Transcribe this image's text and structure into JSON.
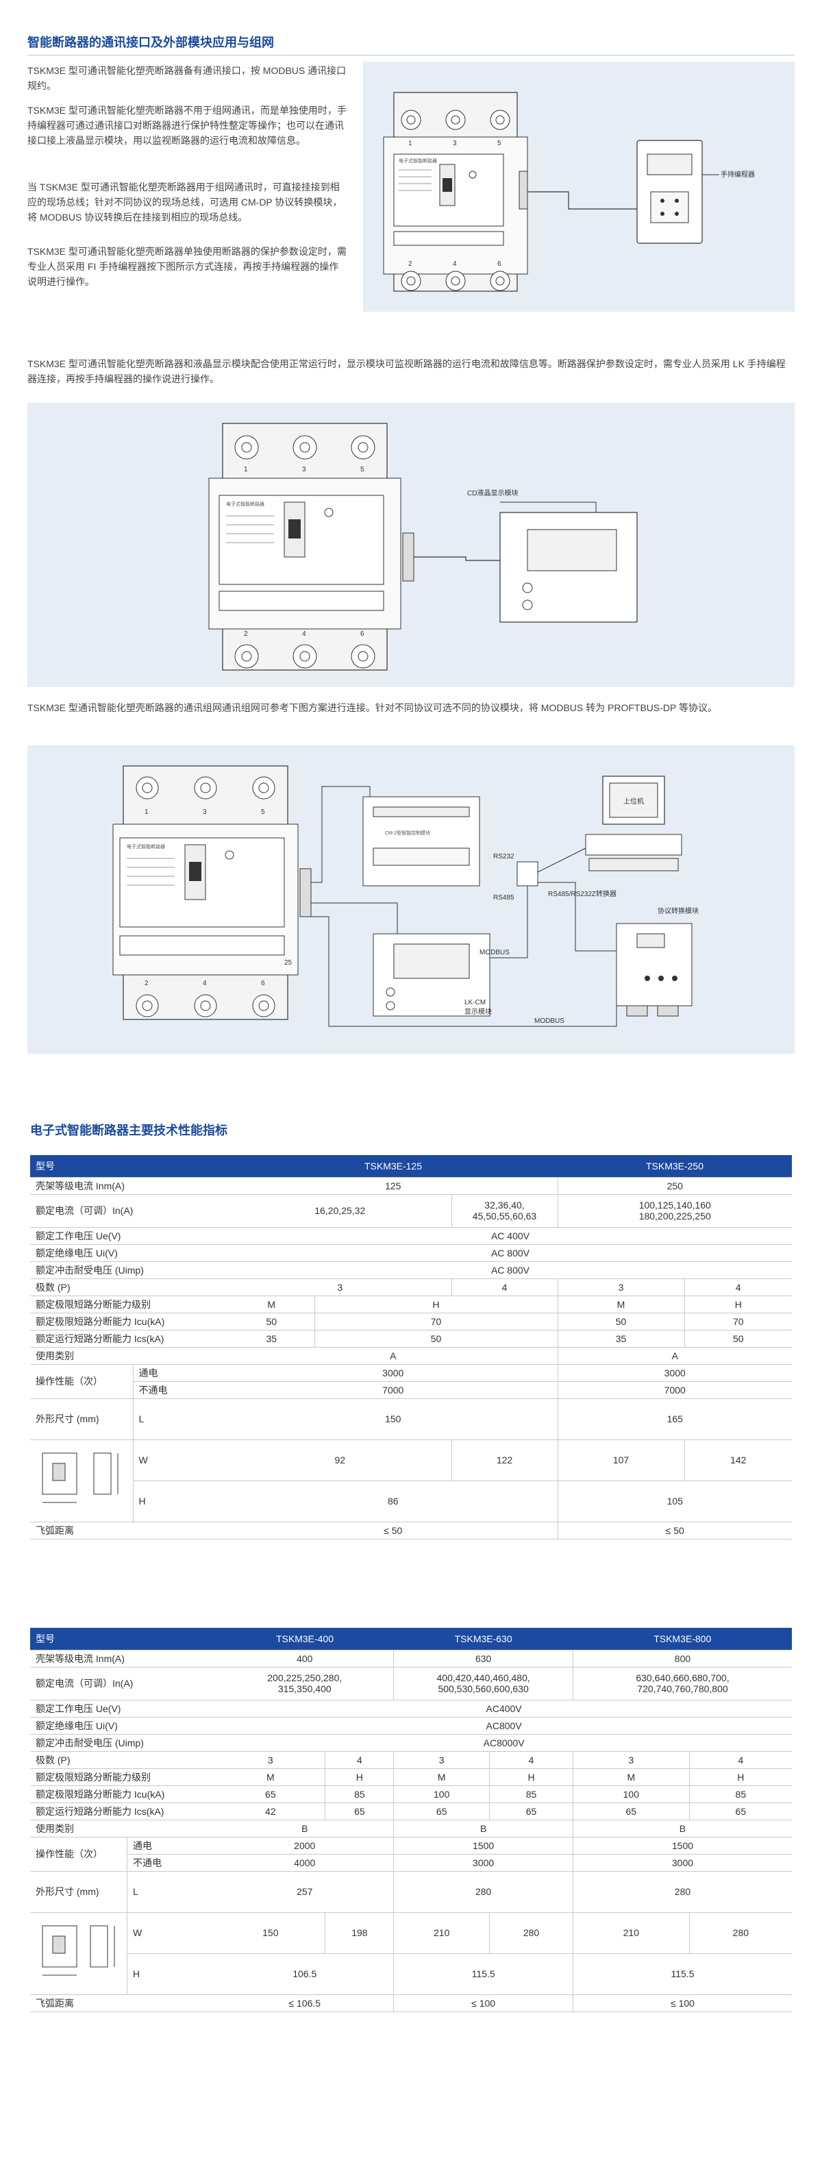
{
  "section1": {
    "title": "智能断路器的通讯接口及外部模块应用与组网",
    "paragraphs": [
      "TSKM3E 型可通讯智能化塑壳断路器备有通讯接口，按 MODBUS 通讯接口规约。",
      "TSKM3E 型可通讯智能化塑壳断路器不用于组网通讯，而是单独使用时，手持编程器可通过通讯接口对断路器进行保护特性整定等操作；也可以在通讯接口接上液晶显示模块，用以监视断路器的运行电流和故障信息。",
      "当 TSKM3E 型可通讯智能化塑壳断路器用于组网通讯时，可直接挂接到相应的现场总线；针对不同协议的现场总线，可选用 CM-DP 协议转换模块，将 MODBUS 协议转换后在挂接到相应的现场总线。",
      "TSKM3E 型可通讯智能化塑壳断路器单独使用断路器的保护参数设定时，需专业人员采用 FI 手持编程器按下图所示方式连接，再按手持编程器的操作说明进行操作。"
    ],
    "para2": "TSKM3E 型可通讯智能化塑壳断路器和液晶显示模块配合使用正常运行时，显示模块可监视断路器的运行电流和故障信息等。断路器保护参数设定时，需专业人员采用 LK 手持编程器连接，再按手持编程器的操作说进行操作。",
    "para3": "TSKM3E 型通讯智能化塑壳断路器的通讯组网通讯组网可参考下图方案进行连接。针对不同协议可选不同的协议模块，将 MODBUS 转为 PROFTBUS-DP 等协议。"
  },
  "diagram_labels": {
    "terminals_top": [
      "1",
      "3",
      "5"
    ],
    "terminals_bottom": [
      "2",
      "4",
      "6"
    ],
    "handheld": "手持编程器",
    "lcd_module": "CD液晶显示模块",
    "cm2": "CM-2型智能控制模块",
    "host": "上位机",
    "rs232": "RS232",
    "rs485": "RS485",
    "converter": "RS485/RS232Z转换器",
    "protocol_module": "协议转换模块",
    "modbus": "MODBUS",
    "lkcm": "LK-CM",
    "lkcm_sub": "显示模块",
    "side_num": "25",
    "breaker_name": "电子式智能断路器"
  },
  "section2": {
    "title": "电子式智能断路器主要技术性能指标"
  },
  "table1": {
    "h_model": "型号",
    "m1": "TSKM3E-125",
    "m2": "TSKM3E-250",
    "rows": {
      "inm": "壳架等级电流 Inm(A)",
      "inm1": "125",
      "inm2": "250",
      "in": "额定电流（可调）In(A)",
      "in1a": "16,20,25,32",
      "in1b": "32,36,40,",
      "in1c": "45,50,55,60,63",
      "in2a": "100,125,140,160",
      "in2b": "180,200,225,250",
      "ue": "额定工作电压 Ue(V)",
      "ue_v": "AC 400V",
      "ui": "额定绝缘电压 Ui(V)",
      "ui_v": "AC 800V",
      "uimp": "额定冲击耐受电压 (Uimp)",
      "uimp_v": "AC 800V",
      "poles": "极数 (P)",
      "p3": "3",
      "p4": "4",
      "level": "额定极限短路分断能力级别",
      "M": "M",
      "H": "H",
      "icu": "额定极限短路分断能力 Icu(kA)",
      "icu50": "50",
      "icu70": "70",
      "ics": "额定运行短路分断能力 Ics(kA)",
      "ics35": "35",
      "ics50": "50",
      "cat": "使用类别",
      "catA": "A",
      "ops": "操作性能（次）",
      "on": "通电",
      "off": "不通电",
      "on1": "3000",
      "off1": "7000",
      "dim": "外形尺寸 (mm)",
      "L": "L",
      "W": "W",
      "Hh": "H",
      "L1": "150",
      "L2": "165",
      "W1a": "92",
      "W1b": "122",
      "W2a": "107",
      "W2b": "142",
      "H1": "86",
      "H2": "105",
      "arc": "飞弧距离",
      "arc1": "≤ 50",
      "arc2": "≤ 50"
    }
  },
  "table2": {
    "h_model": "型号",
    "m1": "TSKM3E-400",
    "m2": "TSKM3E-630",
    "m3": "TSKM3E-800",
    "rows": {
      "inm": "壳架等级电流 Inm(A)",
      "inm1": "400",
      "inm2": "630",
      "inm3": "800",
      "in": "额定电流（可调）In(A)",
      "in1a": "200,225,250,280,",
      "in1b": "315,350,400",
      "in2a": "400,420,440,460,480,",
      "in2b": "500,530,560,600,630",
      "in3a": "630,640,660,680,700,",
      "in3b": "720,740,760,780,800",
      "ue": "额定工作电压 Ue(V)",
      "ue_v": "AC400V",
      "ui": "额定绝缘电压 Ui(V)",
      "ui_v": "AC800V",
      "uimp": "额定冲击耐受电压 (Uimp)",
      "uimp_v": "AC8000V",
      "poles": "极数 (P)",
      "p3": "3",
      "p4": "4",
      "level": "额定极限短路分断能力级别",
      "M": "M",
      "H": "H",
      "icu": "额定极限短路分断能力 Icu(kA)",
      "icu65": "65",
      "icu85": "85",
      "icu100": "100",
      "ics": "额定运行短路分断能力 Ics(kA)",
      "ics42": "42",
      "ics65": "65",
      "cat": "使用类别",
      "catB": "B",
      "ops": "操作性能（次）",
      "on": "通电",
      "off": "不通电",
      "on1": "2000",
      "on2": "1500",
      "on3": "1500",
      "off1": "4000",
      "off2": "3000",
      "off3": "3000",
      "dim": "外形尺寸 (mm)",
      "L": "L",
      "W": "W",
      "Hh": "H",
      "L1": "257",
      "L2": "280",
      "L3": "280",
      "W1a": "150",
      "W1b": "198",
      "W2a": "210",
      "W2b": "280",
      "W3a": "210",
      "W3b": "280",
      "H1": "106.5",
      "H2": "115.5",
      "H3": "115.5",
      "arc": "飞弧距离",
      "arc1": "≤ 106.5",
      "arc2": "≤ 100",
      "arc3": "≤ 100"
    }
  }
}
